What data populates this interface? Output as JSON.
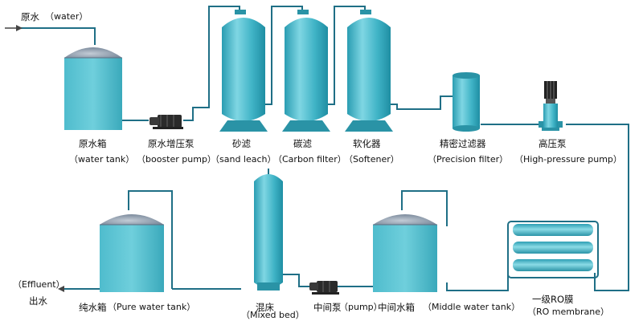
{
  "labels": {
    "raw_water_cn": "原水",
    "raw_water_en": "（water）",
    "raw_tank_cn": "原水箱",
    "raw_tank_en": "（water tank）",
    "booster_pump_cn": "原水增压泵",
    "booster_pump_en": "（booster pump）",
    "sand_cn": "砂滤",
    "sand_en": "（sand leach）",
    "carbon_cn": "碳滤",
    "carbon_en": "（Carbon filter）",
    "softener_cn": "软化器",
    "softener_en": "（Softener）",
    "precision_cn": "精密过滤器",
    "precision_en": "（Precision filter）",
    "hp_pump_cn": "高压泵",
    "hp_pump_en": "（High-pressure pump）",
    "ro_cn": "一级RO膜",
    "ro_en": "（RO membrane）",
    "middle_tank_cn": "中间水箱",
    "middle_tank_en": "（Middle water tank）",
    "mid_pump_cn": "中间泵",
    "mid_pump_en": "（pump）",
    "mixed_bed_cn": "混床",
    "mixed_bed_en": "（Mixed bed）",
    "pure_tank_cn": "纯水箱",
    "pure_tank_en": "（Pure water tank）",
    "effluent_en": "（Effluent）",
    "effluent_cn": "出水"
  },
  "colors": {
    "vessel": "#3fb3c6",
    "vessel_dark": "#2a93a6",
    "tank_dome": "#7a8fa6",
    "pipe": "#1f6f86",
    "pump": "#2b2b2b"
  }
}
